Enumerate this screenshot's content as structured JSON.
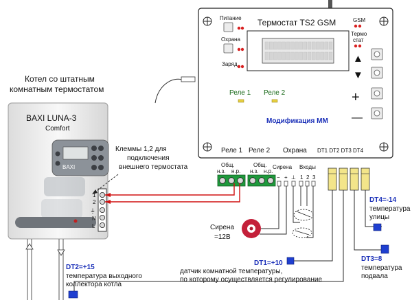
{
  "thermostat": {
    "title": "Термостат TS2 GSM",
    "left_labels": [
      "Питание",
      "Охрана",
      "Заряд"
    ],
    "gsm_label": "GSM",
    "thermo_label_1": "Термо",
    "thermo_label_2": "стат",
    "relay1_label": "Реле 1",
    "relay2_label": "Реле 2",
    "modification": "Модификация ММ",
    "bottom_labels": {
      "relay1": "Реле 1",
      "relay2": "Реле 2",
      "guard": "Охрана",
      "dt": "DT1 DT2 DT3 DT4"
    },
    "button_glyphs": [
      "▲",
      "▼",
      "+",
      "—"
    ]
  },
  "terminals": {
    "common1": "Общ.",
    "nz1": "н.з.",
    "nr1": "н.р.",
    "common2": "Общ.",
    "nz2": "н.з.",
    "nr2": "н.р.",
    "siren": "Сирена",
    "inputs": "Входы",
    "minus": "−",
    "plus": "+",
    "ground": "⊥",
    "in1": "1",
    "in2": "2",
    "in3": "3"
  },
  "boiler": {
    "caption_1": "Котел со штатным",
    "caption_2": "комнатным термостатом",
    "brand": "BAXI LUNA-3",
    "model": "Comfort",
    "panel_brand": "BAXI",
    "terminal_labels": [
      "1",
      "2",
      "⏚",
      "N",
      "L"
    ]
  },
  "callout": {
    "line1": "Клеммы 1,2  для",
    "line2": "подключения",
    "line3": "внешнего термостата"
  },
  "siren": {
    "line1": "Сирена",
    "line2": "=12В"
  },
  "sensors": {
    "dt1_value": "DT1=+10",
    "dt1_desc1": "датчик комнатной температуры,",
    "dt1_desc2": "по которому осуществляется регулирование",
    "dt2_value": "DT2=+15",
    "dt2_desc1": "температура выходного",
    "dt2_desc2": "коллектора котла",
    "dt3_value": "DT3=8",
    "dt3_desc1": "температура",
    "dt3_desc2": "подвала",
    "dt4_value": "DT4=-14",
    "dt4_desc1": "температура",
    "dt4_desc2": "улицы"
  },
  "colors": {
    "label_blue": "#1a2fb8",
    "wire_red": "#d01010",
    "terminal_green": "#1e9a3c",
    "led_red": "#d82020",
    "led_yellow": "#e8d040",
    "sensor_blue": "#1f3fd0"
  }
}
